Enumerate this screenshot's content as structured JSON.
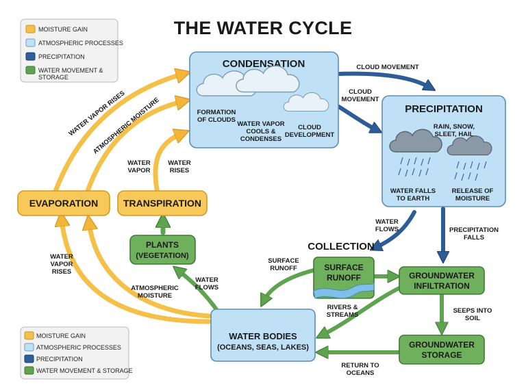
{
  "title": "THE WATER CYCLE",
  "colors": {
    "moisture_gain": "#f5c04a",
    "atmospheric": "#bfe0f5",
    "precipitation": "#2f5f9a",
    "water_movement": "#5fa24f"
  },
  "legend": {
    "items": [
      {
        "label": "MOISTURE GAIN",
        "color": "#f5c04a"
      },
      {
        "label": "ATMOSPHERIC PROCESSES",
        "color": "#bfe0f5"
      },
      {
        "label": "PRECIPITATION",
        "color": "#2f5f9a"
      },
      {
        "label": "WATER MOVEMENT & STORAGE",
        "color": "#5fa24f"
      }
    ]
  },
  "legend_top": {
    "items": [
      {
        "label": "MOISTURE GAIN"
      },
      {
        "label": "ATMOSPHERIC PROCESSES"
      },
      {
        "label": "PRECIPITATION"
      },
      {
        "label": "WATER MOVEMENT &"
      },
      {
        "label": "STORAGE"
      }
    ]
  },
  "nodes": {
    "condensation": {
      "title": "CONDENSATION"
    },
    "precipitation": {
      "title": "PRECIPITATION"
    },
    "evaporation": {
      "title": "EVAPORATION"
    },
    "transpiration": {
      "title": "TRANSPIRATION"
    },
    "plants": {
      "line1": "PLANTS",
      "line2": "(VEGETATION)"
    },
    "surface_runoff": {
      "line1": "SURFACE",
      "line2": "RUNOFF"
    },
    "groundwater_infiltration": {
      "line1": "GROUNDWATER",
      "line2": "INFILTRATION"
    },
    "groundwater_storage": {
      "line1": "GROUNDWATER",
      "line2": "STORAGE"
    },
    "water_bodies": {
      "line1": "WATER BODIES",
      "line2": "(OCEANS, SEAS, LAKES)"
    }
  },
  "section_labels": {
    "collection": "COLLECTION"
  },
  "inner_labels": {
    "formation_of_clouds": [
      "FORMATION",
      "OF CLOUDS"
    ],
    "water_vapor_cools": [
      "WATER VAPOR",
      "COOLS &",
      "CONDENSES"
    ],
    "cloud_development": [
      "CLOUD",
      "DEVELOPMENT"
    ],
    "rain_snow": [
      "RAIN, SNOW,",
      "SLEET, HAIL"
    ],
    "water_falls": [
      "WATER FALLS",
      "TO EARTH"
    ],
    "release_of_moisture": [
      "RELEASE OF",
      "MOISTURE"
    ]
  },
  "arrow_labels": {
    "cloud_movement_top": "CLOUD MOVEMENT",
    "cloud_movement_lower": [
      "CLOUD",
      "MOVEMENT"
    ],
    "water_vapor_rises_diag": "WATER VAPOR RISES",
    "atmospheric_moisture_diag": "ATMOSPHERIC MOISTURE",
    "water_vapor_transp": [
      "WATER",
      "VAPOR"
    ],
    "water_rises": [
      "WATER",
      "RISES"
    ],
    "water_flows_precip": [
      "WATER",
      "FLOWS"
    ],
    "precipitation_falls": [
      "PRECIPITATION",
      "FALLS"
    ],
    "surface_runoff_arrow": [
      "SURFACE",
      "RUNOFF"
    ],
    "water_vapor_rises_left": [
      "WATER",
      "VAPOR",
      "RISES"
    ],
    "atmospheric_moisture_lower": [
      "ATMOSPHERIC",
      "MOISTURE"
    ],
    "water_flows_plants": [
      "WATER",
      "FLOWS"
    ],
    "rivers_streams": [
      "RIVERS &",
      "STREAMS"
    ],
    "seeps_into_soil": [
      "SEEPS INTO",
      "SOIL"
    ],
    "return_to_oceans": [
      "RETURN TO",
      "OCEANS"
    ]
  }
}
